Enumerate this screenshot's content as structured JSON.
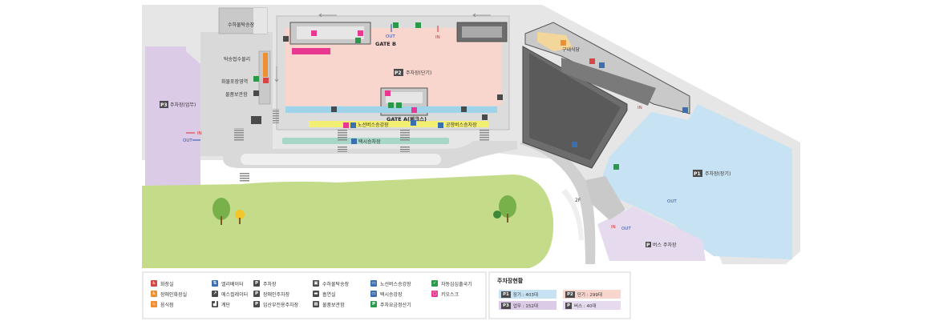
{
  "colors": {
    "building_gray": "#c9c9c9",
    "road_gray": "#e6e6e6",
    "dark_block": "#6d6d6d",
    "p1_blue": "#c6e2f3",
    "p2_pink": "#f8d6ce",
    "p3_purple": "#dccbe6",
    "bus_purple": "#e6dbee",
    "green_park": "#c4dc8a",
    "bus_stop_yellow": "#f3ef72",
    "taxi_green": "#a7d7c7",
    "light_blue_strip": "#9fd3ea",
    "pink_strip": "#e9388f",
    "orange_accent": "#f08f32"
  },
  "map": {
    "labels": {
      "cargo_terminal": "수하물탁송장",
      "baggage_claim": "탁송접수물리",
      "cargo_pickup": "화물포장영역",
      "storage": "물품보관함",
      "p3": "P3",
      "p3_label": "주차장(업무)",
      "p2": "P2",
      "p2_label": "주차장(단기)",
      "p1": "P1",
      "p1_label": "주차장(장기)",
      "gate_a": "GATE A(체크스)",
      "gate_b": "GATE B",
      "route_bus": "노선버스승강장",
      "express_bus": "공항버스승차장",
      "taxi": "택시승차장",
      "restaurant": "구내식당",
      "bus_parking": "버스 주차장",
      "level_2f": "2F",
      "in": "IN",
      "out": "OUT"
    }
  },
  "legend": {
    "items": [
      {
        "icon": "restroom-icon",
        "color": "#d64545",
        "glyph": "♿",
        "label": "화장실"
      },
      {
        "icon": "accessible-restroom-icon",
        "color": "#f08f32",
        "glyph": "♿",
        "label": "장애인화장실"
      },
      {
        "icon": "restaurant-icon",
        "color": "#f08f32",
        "glyph": "♨",
        "label": "음식점"
      },
      {
        "icon": "elevator-icon",
        "color": "#3a6fb0",
        "glyph": "⇅",
        "label": "엘리베이터"
      },
      {
        "icon": "escalator-icon",
        "color": "#4a4a4a",
        "glyph": "↗",
        "label": "에스컬레이터"
      },
      {
        "icon": "stairs-icon",
        "color": "#4a4a4a",
        "glyph": "▟",
        "label": "계단"
      },
      {
        "icon": "parking-icon",
        "color": "#4a4a4a",
        "glyph": "P",
        "label": "주차장"
      },
      {
        "icon": "accessible-parking-icon",
        "color": "#4a4a4a",
        "glyph": "P",
        "label": "장애인주차장"
      },
      {
        "icon": "pregnant-parking-icon",
        "color": "#4a4a4a",
        "glyph": "P",
        "label": "임산부전용주차장"
      },
      {
        "icon": "baggage-icon",
        "color": "#4a4a4a",
        "glyph": "▣",
        "label": "수하물탁송장"
      },
      {
        "icon": "smoking-icon",
        "color": "#4a4a4a",
        "glyph": "▬",
        "label": "흡연실"
      },
      {
        "icon": "locker-icon",
        "color": "#4a4a4a",
        "glyph": "▦",
        "label": "물품보관함"
      },
      {
        "icon": "bus-icon",
        "color": "#3a6fb0",
        "glyph": "▭",
        "label": "노선버스승강장"
      },
      {
        "icon": "taxi-icon",
        "color": "#3a6fb0",
        "glyph": "▭",
        "label": "택시승강장"
      },
      {
        "icon": "pay-station-icon",
        "color": "#2a9a4a",
        "glyph": "P",
        "label": "주차요금정산기"
      },
      {
        "icon": "checkin-kiosk-icon",
        "color": "#2a9a4a",
        "glyph": "✓",
        "label": "자동심심출국기"
      },
      {
        "icon": "kiosk-icon",
        "color": "#e9388f",
        "glyph": "▢",
        "label": "키오스크"
      }
    ]
  },
  "parking_status": {
    "title": "주차장현황",
    "rows": [
      {
        "badge": "P1",
        "text": "장기 : 403대",
        "color": "#c6e2f3"
      },
      {
        "badge": "P2",
        "text": "단기 : 299대",
        "color": "#f8d6ce"
      },
      {
        "badge": "P3",
        "text": "업무 : 152대",
        "color": "#dccbe6"
      },
      {
        "badge": "P",
        "text": "버스 : 40대",
        "color": "#e6dbee"
      }
    ]
  }
}
